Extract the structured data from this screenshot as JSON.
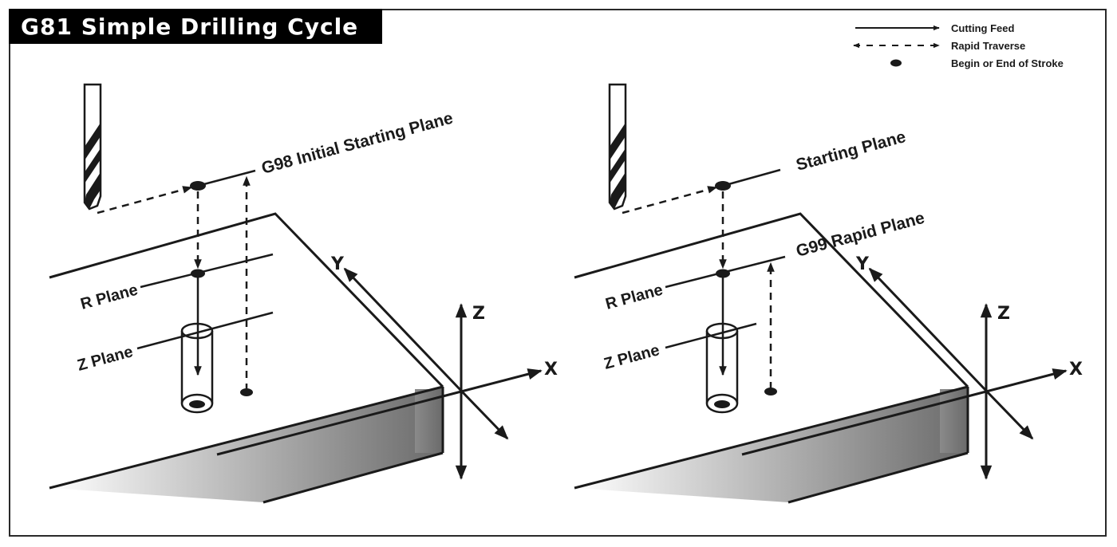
{
  "title": "G81 Simple Drilling Cycle",
  "legend": {
    "cutting_feed": "Cutting Feed",
    "rapid_traverse": "Rapid Traverse",
    "stroke_point": "Begin or End of Stroke"
  },
  "left_panel": {
    "mode": "G98",
    "start_plane_label": "G98 Initial Starting Plane",
    "r_plane_label": "R Plane",
    "z_plane_label": "Z Plane"
  },
  "right_panel": {
    "mode": "G99",
    "start_plane_label": "Starting Plane",
    "rapid_plane_label": "G99 Rapid Plane",
    "r_plane_label": "R Plane",
    "z_plane_label": "Z Plane"
  },
  "axes": {
    "x": "X",
    "y": "Y",
    "z": "Z"
  },
  "colors": {
    "ink": "#1a1a1a",
    "title_bg": "#000000",
    "title_fg": "#ffffff",
    "shade_dark": "#6e6e6e",
    "shade_light": "#ffffff"
  }
}
